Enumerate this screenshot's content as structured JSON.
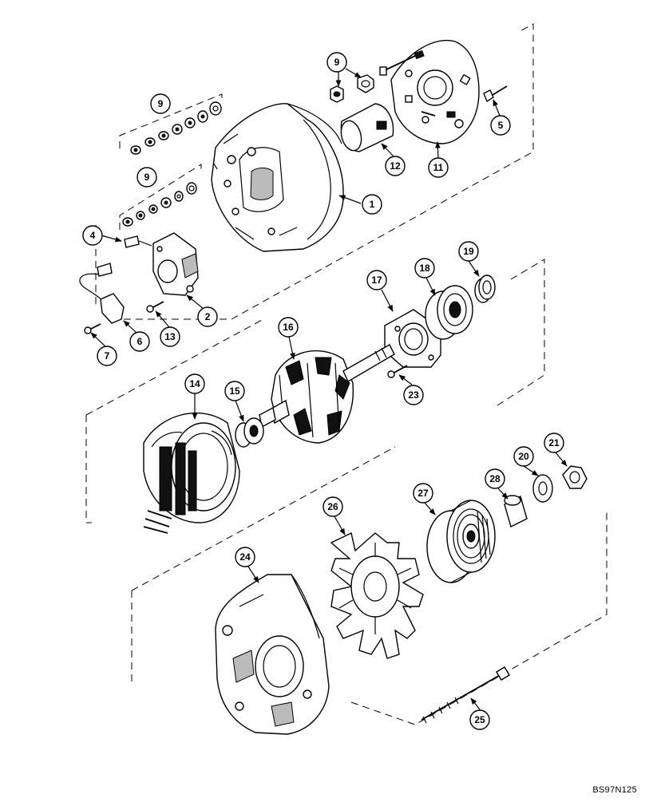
{
  "diagram": {
    "reference_code": "BS97N125",
    "callouts": [
      {
        "id": "c1",
        "label": "1"
      },
      {
        "id": "c2",
        "label": "2"
      },
      {
        "id": "c4",
        "label": "4"
      },
      {
        "id": "c5",
        "label": "5"
      },
      {
        "id": "c6",
        "label": "6"
      },
      {
        "id": "c7",
        "label": "7"
      },
      {
        "id": "c9a",
        "label": "9"
      },
      {
        "id": "c9b",
        "label": "9"
      },
      {
        "id": "c9c",
        "label": "9"
      },
      {
        "id": "c11",
        "label": "11"
      },
      {
        "id": "c12",
        "label": "12"
      },
      {
        "id": "c13",
        "label": "13"
      },
      {
        "id": "c14",
        "label": "14"
      },
      {
        "id": "c15",
        "label": "15"
      },
      {
        "id": "c16",
        "label": "16"
      },
      {
        "id": "c17",
        "label": "17"
      },
      {
        "id": "c18",
        "label": "18"
      },
      {
        "id": "c19",
        "label": "19"
      },
      {
        "id": "c20",
        "label": "20"
      },
      {
        "id": "c21",
        "label": "21"
      },
      {
        "id": "c23",
        "label": "23"
      },
      {
        "id": "c24",
        "label": "24"
      },
      {
        "id": "c25",
        "label": "25"
      },
      {
        "id": "c26",
        "label": "26"
      },
      {
        "id": "c27",
        "label": "27"
      },
      {
        "id": "c28",
        "label": "28"
      }
    ]
  }
}
